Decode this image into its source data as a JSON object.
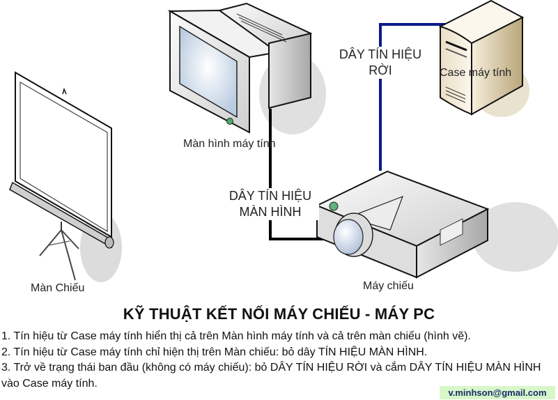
{
  "diagram": {
    "devices": {
      "monitor": {
        "label": "Màn hình máy tính",
        "icon": "crt-monitor-icon"
      },
      "case": {
        "label": "Case máy tính",
        "icon": "pc-tower-icon"
      },
      "projector": {
        "label": "Máy chiếu",
        "icon": "projector-icon"
      },
      "screen": {
        "label": "Màn Chiếu",
        "icon": "projection-screen-icon"
      }
    },
    "cables": {
      "rgb_separate": {
        "line1": "DÂY TÍN HIỆU",
        "line2": "RỜI",
        "color": "#0a1a8a"
      },
      "monitor_signal": {
        "line1": "DÂY TÍN HIỆU",
        "line2": "MÀN HÌNH",
        "color": "#000000"
      }
    }
  },
  "title": "KỸ THUẬT KẾT NỐI MÁY CHIẾU - MÁY PC",
  "notes": [
    "1. Tín hiệu từ Case máy tính hiển thị cả trên Màn hình máy tính và cả trên màn chiếu (hình vẽ).",
    "2. Tín hiệu từ Case máy tính chỉ hiện thị trên Màn chiếu: bỏ dây TÍN HIỆU MÀN HÌNH.",
    "3. Trở về trạng thái ban đầu (không có máy chiếu): bỏ DÂY TÍN HIỆU RỜI và cắm DÂY TÍN HIỆU MÀN HÌNH vào Case máy tính."
  ],
  "footer": {
    "email": "v.minhson@gmail.com",
    "email_bg": "#d7f7c8"
  }
}
